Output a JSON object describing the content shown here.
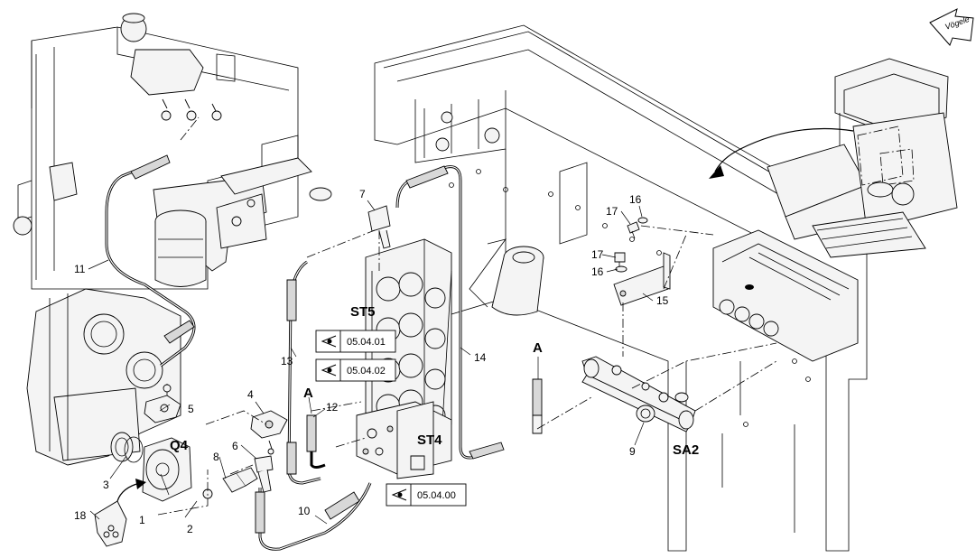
{
  "brand": {
    "label": "Vögele"
  },
  "callouts": {
    "c1": "1",
    "c2": "2",
    "c3": "3",
    "c4": "4",
    "c5": "5",
    "c6": "6",
    "c7": "7",
    "c8": "8",
    "c9": "9",
    "c10": "10",
    "c11": "11",
    "c12": "12",
    "c13": "13",
    "c14": "14",
    "c15": "15",
    "c16a": "16",
    "c16b": "16",
    "c17a": "17",
    "c17b": "17",
    "c18": "18"
  },
  "labels": {
    "q4": "Q4",
    "st4": "ST4",
    "st5": "ST5",
    "sa2": "SA2",
    "a1": "A",
    "a2": "A"
  },
  "references": {
    "ref1": "05.04.01",
    "ref2": "05.04.02",
    "ref3": "05.04.00"
  }
}
